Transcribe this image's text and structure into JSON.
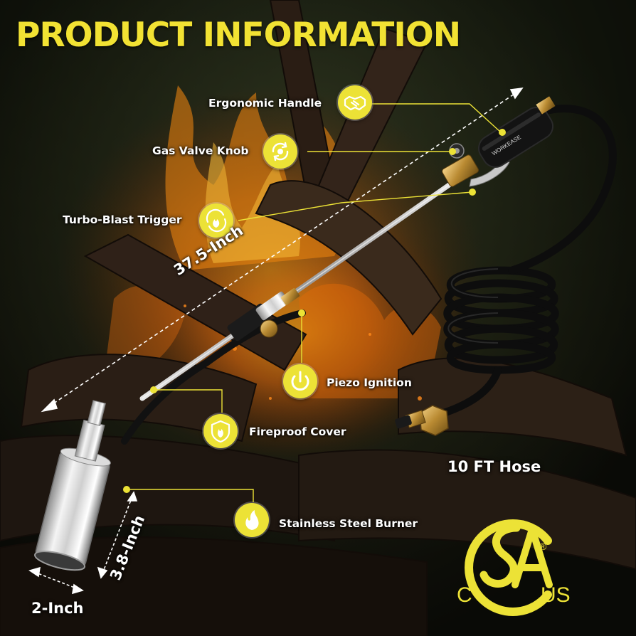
{
  "title": "PRODUCT INFORMATION",
  "features": {
    "ergonomic_handle": "Ergonomic Handle",
    "gas_valve_knob": "Gas Valve Knob",
    "turbo_blast_trigger": "Turbo-Blast Trigger",
    "piezo_ignition": "Piezo Ignition",
    "fireproof_cover": "Fireproof Cover",
    "stainless_steel_burner": "Stainless Steel Burner",
    "hose": "10 FT Hose"
  },
  "dimensions": {
    "length": "37.5-Inch",
    "burner_height": "3.8-Inch",
    "burner_width": "2-Inch"
  },
  "certification": {
    "letters_left": "C",
    "letters_right": "US",
    "registered": "®"
  },
  "handle_brand": "WORKEASE",
  "colors": {
    "accent": "#ece236",
    "title": "#f2e233",
    "label": "#ffffff",
    "background": "#0c0a08"
  },
  "icons": [
    "handshake-icon",
    "rotate-valve-icon",
    "flame-cycle-icon",
    "power-icon",
    "flame-shield-icon",
    "flame-icon"
  ]
}
